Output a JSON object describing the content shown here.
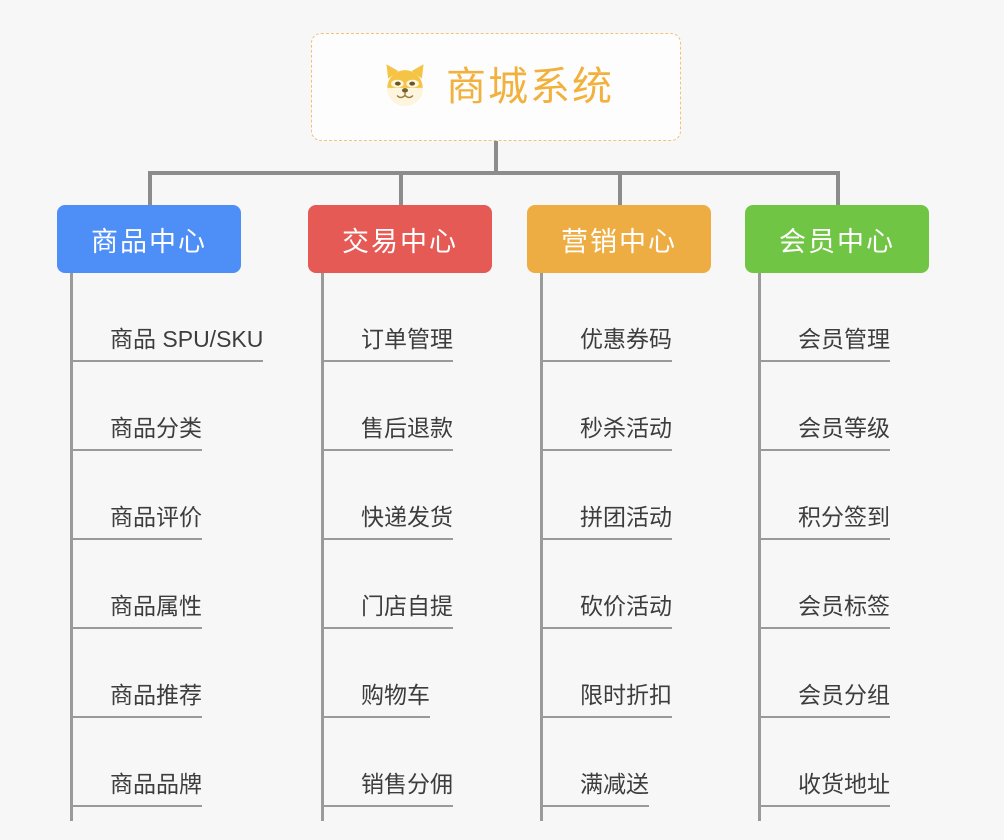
{
  "page": {
    "background_color": "#f7f7f7",
    "line_color": "#8c8c8c"
  },
  "root": {
    "title": "商城系统",
    "icon": "dog-face-icon",
    "text_color": "#f2b13c",
    "border_color": "#f0c27a",
    "background_color": "#fdfdfd"
  },
  "categories": [
    {
      "label": "商品中心",
      "color": "#4e8ef7",
      "items": [
        "商品 SPU/SKU",
        "商品分类",
        "商品评价",
        "商品属性",
        "商品推荐",
        "商品品牌"
      ]
    },
    {
      "label": "交易中心",
      "color": "#e55a55",
      "items": [
        "订单管理",
        "售后退款",
        "快递发货",
        "门店自提",
        "购物车",
        "销售分佣"
      ]
    },
    {
      "label": "营销中心",
      "color": "#eead43",
      "items": [
        "优惠券码",
        "秒杀活动",
        "拼团活动",
        "砍价活动",
        "限时折扣",
        "满减送"
      ]
    },
    {
      "label": "会员中心",
      "color": "#71c545",
      "items": [
        "会员管理",
        "会员等级",
        "积分签到",
        "会员标签",
        "会员分组",
        "收货地址"
      ]
    }
  ]
}
